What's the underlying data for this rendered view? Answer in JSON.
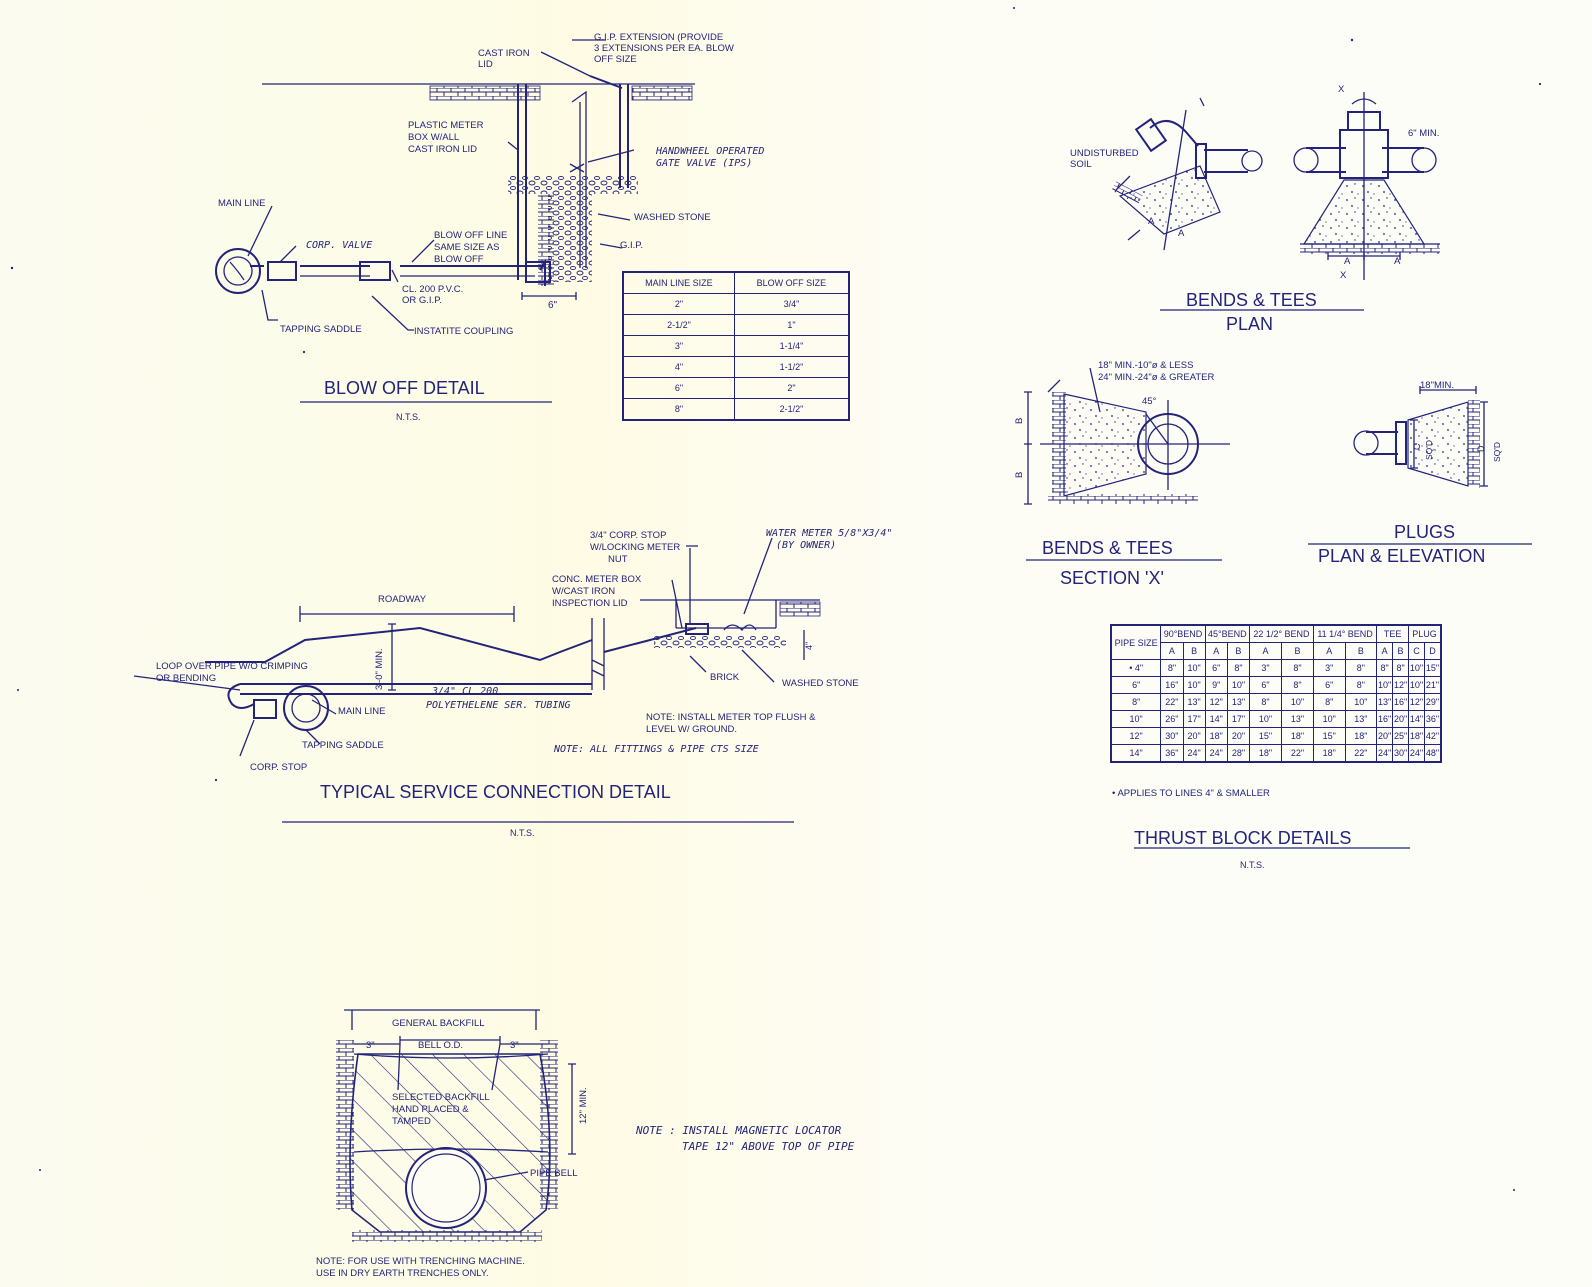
{
  "blow_off": {
    "title": "BLOW OFF DETAIL",
    "scale": "N.T.S.",
    "labels": {
      "cast_iron_lid": [
        "CAST IRON",
        "LID"
      ],
      "gip_extension": [
        "G.I.P. EXTENSION (PROVIDE",
        "3 EXTENSIONS PER EA. BLOW",
        "OFF SIZE"
      ],
      "meter_box": [
        "PLASTIC METER",
        "BOX W/ALL",
        "CAST IRON LID"
      ],
      "gate_valve": [
        "HANDWHEEL OPERATED",
        "GATE VALVE (IPS)"
      ],
      "washed_stone": "WASHED STONE",
      "gip": "G.I.P.",
      "main_line": "MAIN LINE",
      "corp_valve": "CORP. VALVE",
      "blow_off_line": [
        "BLOW OFF LINE",
        "SAME SIZE AS",
        "BLOW OFF"
      ],
      "pipe_type": [
        "CL. 200 P.V.C.",
        "OR G.I.P."
      ],
      "dim_6": "6\"",
      "tapping_saddle": "TAPPING SADDLE",
      "instatite_coupling": "INSTATITE COUPLING"
    },
    "table": {
      "headers": [
        "MAIN LINE SIZE",
        "BLOW OFF SIZE"
      ],
      "rows": [
        [
          "2\"",
          "3/4\""
        ],
        [
          "2-1/2\"",
          "1\""
        ],
        [
          "3\"",
          "1-1/4\""
        ],
        [
          "4\"",
          "1-1/2\""
        ],
        [
          "6\"",
          "2\""
        ],
        [
          "8\"",
          "2-1/2\""
        ]
      ]
    }
  },
  "service": {
    "title": "TYPICAL SERVICE CONNECTION DETAIL",
    "scale": "N.T.S.",
    "labels": {
      "roadway": "ROADWAY",
      "corp_stop_top": [
        "3/4\" CORP. STOP",
        "W/LOCKING METER",
        "NUT"
      ],
      "water_meter": [
        "WATER METER 5/8\"X3/4\"",
        "(BY OWNER)"
      ],
      "conc_meter_box": [
        "CONC. METER BOX",
        "W/CAST IRON",
        "INSPECTION LID"
      ],
      "depth": "3'-0\" MIN.",
      "dim_4": "4\"",
      "loop": [
        "LOOP OVER PIPE W/O CRIMPING",
        "OR BENDING"
      ],
      "tubing": [
        "3/4\" CL 200",
        "POLYETHELENE SER. TUBING"
      ],
      "main_line": "MAIN LINE",
      "brick": "BRICK",
      "washed_stone": "WASHED STONE",
      "tapping_saddle": "TAPPING SADDLE",
      "corp_stop": "CORP. STOP",
      "note1": [
        "NOTE: INSTALL METER TOP FLUSH &",
        "LEVEL W/ GROUND."
      ],
      "note2": "NOTE: ALL FITTINGS & PIPE CTS SIZE"
    }
  },
  "bends_plan": {
    "title1": "BENDS & TEES",
    "title2": "PLAN",
    "labels": {
      "undisturbed": [
        "UNDISTURBED",
        "SOIL"
      ],
      "six_min": "6\" MIN.",
      "x": "X",
      "a": "A"
    }
  },
  "bends_section": {
    "title1": "BENDS & TEES",
    "title2": "SECTION 'X'",
    "labels": {
      "min1": "18\" MIN.-10\"ø & LESS",
      "min2": "24\" MIN.-24\"ø & GREATER",
      "angle": "45°",
      "b": "B"
    }
  },
  "plugs": {
    "title1": "PLUGS",
    "title2": "PLAN & ELEVATION",
    "labels": {
      "min": "18\"MIN.",
      "c": "C",
      "d": "D",
      "sqd": "SQ'D"
    }
  },
  "thrust": {
    "title": "THRUST BLOCK DETAILS",
    "scale": "N.T.S.",
    "footnote": "• APPLIES TO LINES 4\" & SMALLER",
    "group_headers": [
      "PIPE SIZE",
      "90°BEND",
      "45°BEND",
      "22 1/2° BEND",
      "11 1/4° BEND",
      "TEE",
      "PLUG"
    ],
    "sub_headers": [
      "A",
      "B",
      "A",
      "B",
      "A",
      "B",
      "A",
      "B",
      "A",
      "B",
      "C",
      "D"
    ],
    "rows": [
      [
        "• 4\"",
        "8\"",
        "10\"",
        "6\"",
        "8\"",
        "3\"",
        "8\"",
        "3\"",
        "8\"",
        "8\"",
        "8\"",
        "10\"",
        "15\""
      ],
      [
        "6\"",
        "16\"",
        "10\"",
        "9\"",
        "10\"",
        "6\"",
        "8\"",
        "6\"",
        "8\"",
        "10\"",
        "12\"",
        "10\"",
        "21\""
      ],
      [
        "8\"",
        "22\"",
        "13\"",
        "12\"",
        "13\"",
        "8\"",
        "10\"",
        "8\"",
        "10\"",
        "13\"",
        "16\"",
        "12\"",
        "29\""
      ],
      [
        "10\"",
        "26\"",
        "17\"",
        "14\"",
        "17\"",
        "10\"",
        "13\"",
        "10\"",
        "13\"",
        "16\"",
        "20\"",
        "14\"",
        "36\""
      ],
      [
        "12\"",
        "30\"",
        "20\"",
        "18\"",
        "20\"",
        "15\"",
        "18\"",
        "15\"",
        "18\"",
        "20\"",
        "25\"",
        "18\"",
        "42\""
      ],
      [
        "14\"",
        "36\"",
        "24\"",
        "24\"",
        "28\"",
        "18\"",
        "22\"",
        "18\"",
        "22\"",
        "24\"",
        "30\"",
        "24\"",
        "48\""
      ]
    ]
  },
  "trench": {
    "labels": {
      "general_backfill": "GENERAL BACKFILL",
      "bell_od": "BELL O.D.",
      "three": "3\"",
      "selected": [
        "SELECTED BACKFILL",
        "HAND PLACED &",
        "TAMPED"
      ],
      "twelve_min": "12\" MIN.",
      "pipe_bell": "PIPE BELL",
      "note": [
        "NOTE: FOR USE WITH TRENCHING MACHINE.",
        "USE IN DRY EARTH TRENCHES ONLY."
      ]
    },
    "magnetic_note": [
      "NOTE : INSTALL MAGNETIC LOCATOR",
      "TAPE 12\" ABOVE TOP OF PIPE"
    ]
  }
}
